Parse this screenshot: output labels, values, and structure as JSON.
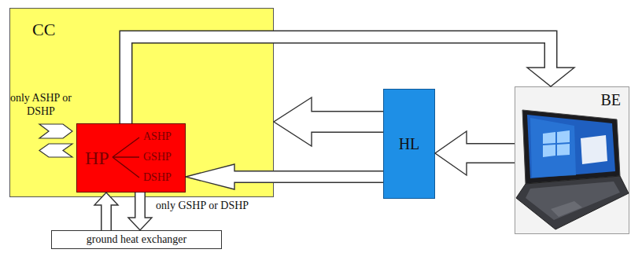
{
  "diagram": {
    "nodes": [
      {
        "text": [
          "CC"
        ]
      },
      {
        "text": [
          "HP",
          "ASHP",
          "GSHP",
          "DSHP"
        ],
        "in": 0
      },
      {
        "text": [
          "HL"
        ]
      },
      {
        "text": [
          "BE"
        ]
      },
      {
        "text": [
          "ground heat exchanger"
        ]
      }
    ],
    "edges": [
      {
        "from": 1,
        "to": 3,
        "arrow": "to"
      },
      {
        "from": 3,
        "to": 2,
        "arrow": "to"
      },
      {
        "from": 2,
        "to": 0,
        "arrow": "to"
      },
      {
        "from": 2,
        "to": 1,
        "arrow": "to"
      },
      {
        "from": 4,
        "to": 1,
        "arrow": "to"
      },
      {
        "from": 1,
        "to": 4,
        "arrow": "to"
      }
    ],
    "labels": [
      "only ASHP or DSHP",
      "only GSHP or DSHP"
    ]
  }
}
